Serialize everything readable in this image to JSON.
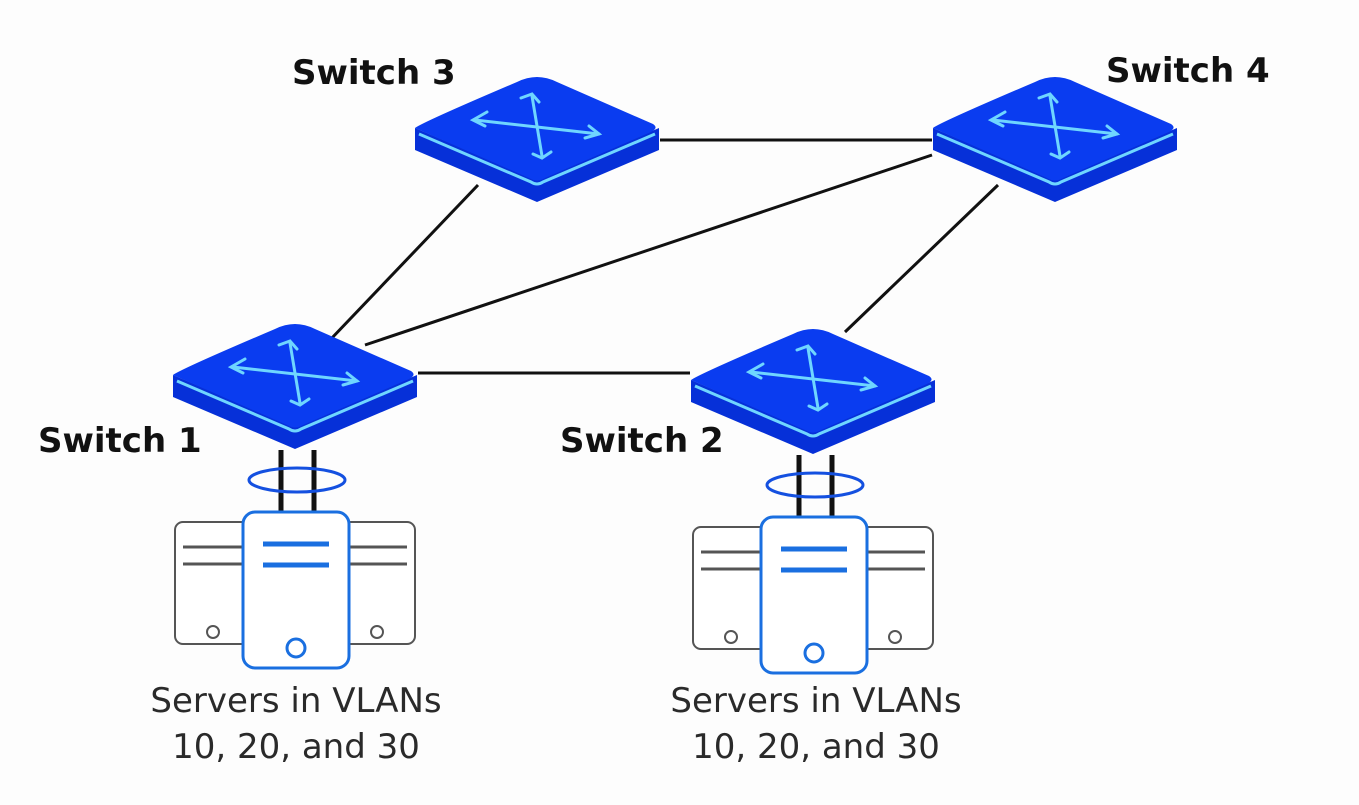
{
  "diagram": {
    "type": "network-topology",
    "colors": {
      "switch_fill": "#0a3cf0",
      "switch_side": "#0630d8",
      "switch_highlight": "#6fd6ff",
      "link": "#111111",
      "server_outline": "#1a6fe0",
      "server_back_outline": "#555555",
      "lag_ring": "#1450e0"
    },
    "switches": [
      {
        "id": "s1",
        "label": "Switch 1",
        "icon": "network-switch-icon"
      },
      {
        "id": "s2",
        "label": "Switch 2",
        "icon": "network-switch-icon"
      },
      {
        "id": "s3",
        "label": "Switch 3",
        "icon": "network-switch-icon"
      },
      {
        "id": "s4",
        "label": "Switch 4",
        "icon": "network-switch-icon"
      }
    ],
    "links": [
      {
        "from": "s3",
        "to": "s4"
      },
      {
        "from": "s3",
        "to": "s1"
      },
      {
        "from": "s1",
        "to": "s4"
      },
      {
        "from": "s1",
        "to": "s2"
      },
      {
        "from": "s2",
        "to": "s4"
      }
    ],
    "server_groups": [
      {
        "id": "g1",
        "attached_to": "s1",
        "icon": "server-cluster-icon",
        "link_aggregation": true,
        "label_line1": "Servers in VLANs",
        "label_line2": "10, 20, and 30"
      },
      {
        "id": "g2",
        "attached_to": "s2",
        "icon": "server-cluster-icon",
        "link_aggregation": true,
        "label_line1": "Servers in VLANs",
        "label_line2": "10, 20, and 30"
      }
    ]
  }
}
